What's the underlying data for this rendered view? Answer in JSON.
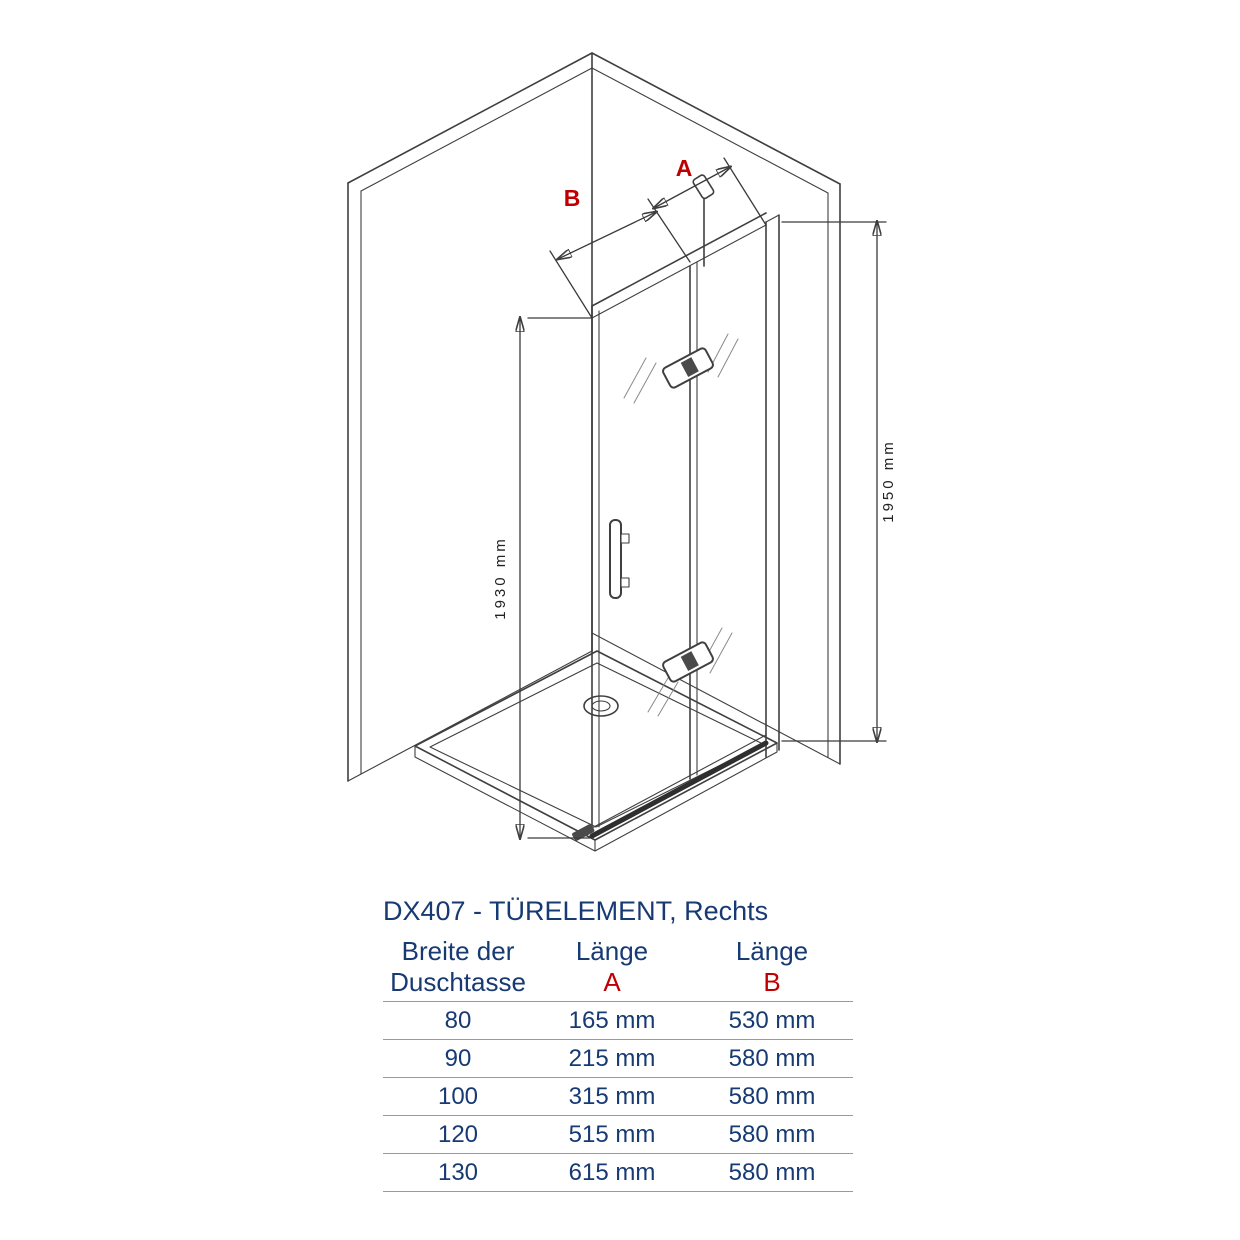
{
  "colors": {
    "navy": "#173a73",
    "red": "#c00000",
    "line": "#3f3f3f"
  },
  "title": "DX407 - TÜRELEMENT, Rechts",
  "diagram": {
    "label_a": "A",
    "label_b": "B",
    "height_inner": "1930 mm",
    "height_outer": "1950 mm"
  },
  "table": {
    "headers": {
      "col1_line1": "Breite der",
      "col1_line2": "Duschtasse",
      "col2_line1": "Länge",
      "col2_line2": "A",
      "col3_line1": "Länge",
      "col3_line2": "B"
    },
    "rows": [
      {
        "breite": "80",
        "laenge_a": "165 mm",
        "laenge_b": "530 mm"
      },
      {
        "breite": "90",
        "laenge_a": "215 mm",
        "laenge_b": "580 mm"
      },
      {
        "breite": "100",
        "laenge_a": "315 mm",
        "laenge_b": "580 mm"
      },
      {
        "breite": "120",
        "laenge_a": "515 mm",
        "laenge_b": "580 mm"
      },
      {
        "breite": "130",
        "laenge_a": "615 mm",
        "laenge_b": "580 mm"
      }
    ]
  }
}
